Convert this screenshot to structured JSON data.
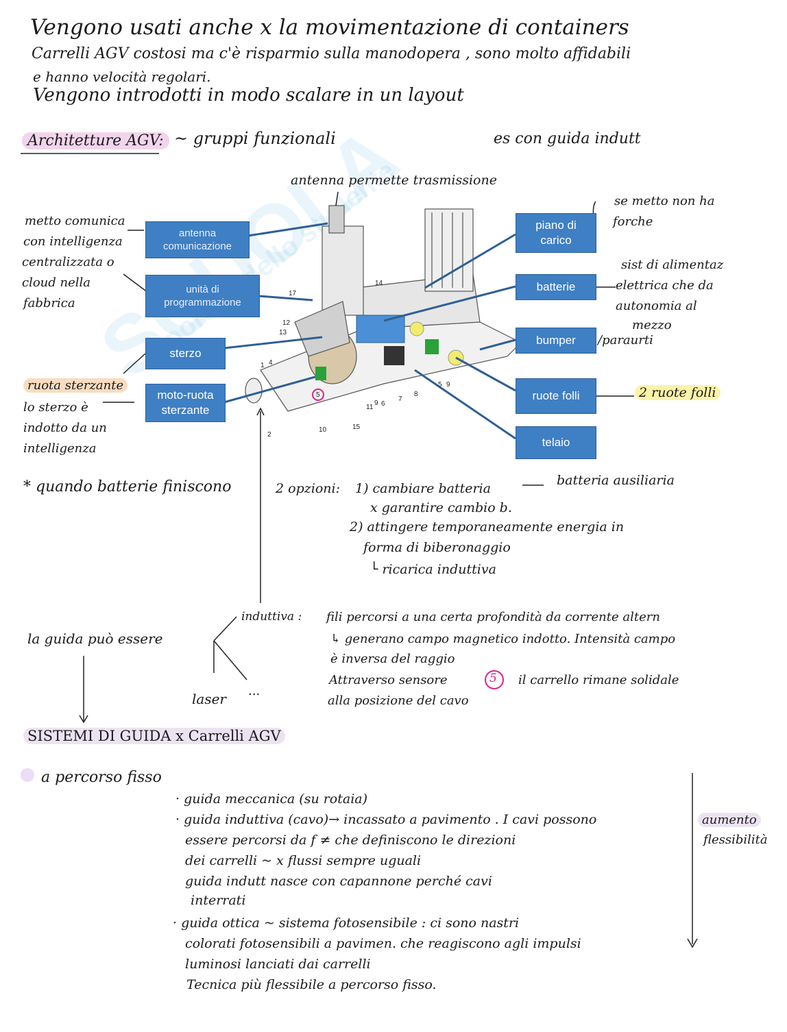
{
  "intro": {
    "line1": "Vengono usati anche x la movimentazione di containers",
    "line2": "Carrelli AGV costosi ma c'è risparmio sulla manodopera , sono molto affidabili",
    "line3": "e hanno velocità regolari.",
    "line4": "Vengono introdotti in modo scalare in un layout"
  },
  "architecture": {
    "title": "Architetture AGV:",
    "subtitle": "~ gruppi funzionali",
    "example": "es con guida indutt"
  },
  "diagram": {
    "antenna_note": "antenna permette trasmissione",
    "boxes": {
      "antenna": "antenna comunicazione",
      "programming": "unità di programmazione",
      "steering": "sterzo",
      "motor_wheel": "moto-ruota sterzante",
      "load_plane": "piano di carico",
      "batteries": "batterie",
      "bumper": "bumper",
      "idle_wheels": "ruote folli",
      "frame": "telaio"
    },
    "left_notes": [
      "metto comunica",
      "con intelligenza",
      "centralizzata o",
      "cloud nella",
      "fabbrica"
    ],
    "steering_wheel_label": "ruota sterzante",
    "steering_note": [
      "lo sterzo è",
      "indotto da un",
      "intelligenza"
    ],
    "load_note": [
      "se metto non ha",
      "forche"
    ],
    "battery_note": [
      "sist di alimentaz",
      "elettrica che da",
      "autonomia al",
      "mezzo"
    ],
    "bumper_note": "/paraurti",
    "idle_wheels_note": "2 ruote folli",
    "part_numbers": [
      "17",
      "14",
      "12",
      "13",
      "1",
      "4",
      "5",
      "11",
      "9",
      "6",
      "7",
      "8",
      "5",
      "9",
      "10",
      "15",
      "2"
    ]
  },
  "batteries_section": {
    "star_line": "* quando batterie finiscono",
    "options_label": "2 opzioni:",
    "opt1": "1) cambiare batteria",
    "opt1_result": "batteria ausiliaria",
    "opt1_sub": "x garantire cambio b.",
    "opt2": "2) attingere temporaneamente energia in",
    "opt2_b": "forma di biberonaggio",
    "opt2_c": "└ ricarica induttiva"
  },
  "guide": {
    "la_guida": "la guida può essere",
    "induttiva_label": "induttiva :",
    "induttiva_l1": "fili percorsi a una certa profondità da corrente altern",
    "induttiva_l2": "↳ generano campo magnetico indotto. Intensità campo",
    "induttiva_l3": "è inversa del raggio",
    "induttiva_l4a": "Attraverso sensore",
    "induttiva_l4b": "il carrello rimane solidale",
    "induttiva_l5": "alla posizione del cavo",
    "sensor_num": "5",
    "laser": "laser",
    "dots": "...",
    "systems_title": "SISTEMI DI GUIDA x Carrelli AGV"
  },
  "fixed_path": {
    "title": "a percorso fisso",
    "items": [
      "· guida meccanica (su rotaia)",
      "· guida induttiva (cavo)→ incassato a pavimento . I cavi possono",
      "essere percorsi da f ≠ che definiscono le direzioni",
      "dei carrelli ~ x flussi sempre uguali",
      "guida indutt nasce con capannone perché cavi",
      "interrati",
      "· guida ottica ~ sistema fotosensibile : ci sono nastri",
      "colorati fotosensibili a pavimen. che reagiscono agli impulsi",
      "luminosi lanciati dai carrelli",
      "Tecnica più flessibile a percorso fisso."
    ],
    "flex_label_1": "aumento",
    "flex_label_2": "flessibilità"
  }
}
